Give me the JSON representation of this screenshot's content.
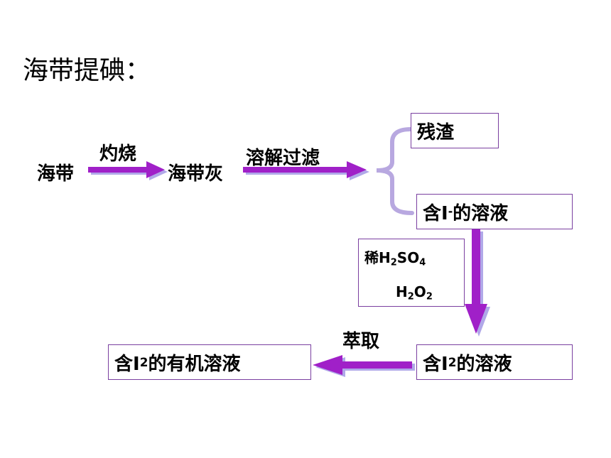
{
  "title": "海带提碘：",
  "nodes": {
    "seaweed": "海带",
    "ash": "海带灰",
    "residue": "残渣",
    "iodide_prefix": "含I",
    "iodide_sup": "-",
    "iodide_suffix": "的溶液",
    "iodine_prefix": "含I",
    "iodine_sub": "2",
    "iodine_suffix": "的溶液",
    "organic_prefix": "含I",
    "organic_sub": "2",
    "organic_suffix": "的有机溶液"
  },
  "steps": {
    "burn": "灼烧",
    "dissolve_filter": "溶解过滤",
    "extract": "萃取"
  },
  "reagents": {
    "acid_prefix": "稀H",
    "acid_sub1": "2",
    "acid_mid": "SO",
    "acid_sub2": "4",
    "peroxide_h": "H",
    "peroxide_sub1": "2",
    "peroxide_o": "O",
    "peroxide_sub2": "2"
  },
  "colors": {
    "arrow_fill": "#a020c8",
    "arrow_shadow": "#b0a8e8",
    "border": "#7a3fa0",
    "brace": "#b8a8e0"
  }
}
